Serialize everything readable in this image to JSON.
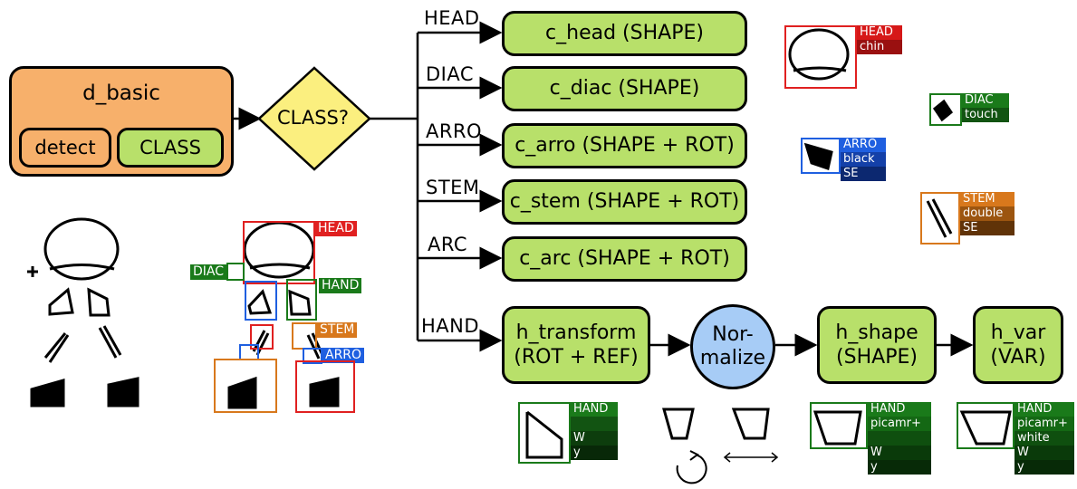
{
  "d_basic": {
    "title": "d_basic",
    "detect": "detect",
    "class": "CLASS"
  },
  "decision": {
    "label": "CLASS?"
  },
  "branches": [
    {
      "label": "HEAD",
      "node": "c_head (SHAPE)"
    },
    {
      "label": "DIAC",
      "node": "c_diac (SHAPE)"
    },
    {
      "label": "ARRO",
      "node": "c_arro (SHAPE + ROT)"
    },
    {
      "label": "STEM",
      "node": "c_stem (SHAPE + ROT)"
    },
    {
      "label": "ARC",
      "node": "c_arc (SHAPE + ROT)"
    },
    {
      "label": "HAND",
      "node": "h_transform (ROT + REF)"
    }
  ],
  "pipeline": {
    "normalize": "Nor-\nmalize",
    "h_transform": "h_transform\n(ROT + REF)",
    "h_shape": "h_shape\n(SHAPE)",
    "h_var": "h_var\n(VAR)"
  },
  "detections": {
    "head": "HEAD",
    "diac": "DIAC",
    "hand": "HAND",
    "stem": "STEM",
    "arro": "ARRO"
  },
  "samples": {
    "head": [
      "HEAD",
      "chin"
    ],
    "diac": [
      "DIAC",
      "touch"
    ],
    "arro": [
      "ARRO",
      "black",
      "SE"
    ],
    "stem": [
      "STEM",
      "double",
      "SE"
    ],
    "hand1": [
      "HAND",
      "",
      "W",
      "y"
    ],
    "hand2": [
      "HAND",
      "picamr+",
      "",
      "W",
      "y"
    ],
    "hand3": [
      "HAND",
      "picamr+",
      "white",
      "W",
      "y"
    ]
  },
  "colors": {
    "green_node": "#b8e06a",
    "orange_node": "#f7b06b",
    "blue_node": "#a7ccf6",
    "decision": "#fbef7f",
    "red_tag": "#e02020",
    "green_tag": "#1a7a1a",
    "blue_tag": "#1f5fe0",
    "orange_tag": "#d8781c"
  }
}
